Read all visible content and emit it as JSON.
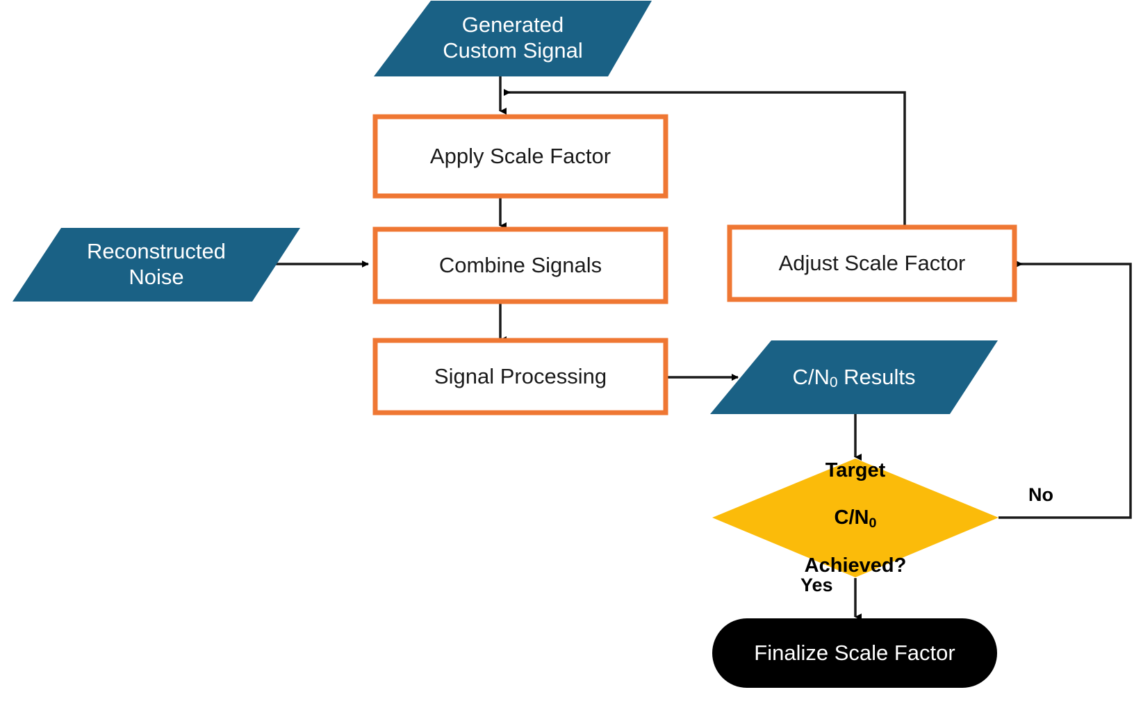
{
  "diagram": {
    "title": "Signal scaling and C/N0 calibration flowchart",
    "colors": {
      "io_fill": "#1a6185",
      "process_stroke": "#ef7733",
      "process_fill": "#ffffff",
      "decision_fill": "#fbbb0a",
      "terminator_fill": "#000000",
      "edge_stroke": "#000000",
      "background": "#ffffff"
    },
    "nodes": [
      {
        "id": "generated-custom-signal",
        "shape": "parallelogram",
        "label": "Generated\nCustom Signal",
        "role": "input"
      },
      {
        "id": "apply-scale-factor",
        "shape": "rectangle",
        "label": "Apply Scale Factor",
        "role": "process"
      },
      {
        "id": "reconstructed-noise",
        "shape": "parallelogram",
        "label": "Reconstructed\nNoise",
        "role": "input"
      },
      {
        "id": "combine-signals",
        "shape": "rectangle",
        "label": "Combine Signals",
        "role": "process"
      },
      {
        "id": "signal-processing",
        "shape": "rectangle",
        "label": "Signal Processing",
        "role": "process"
      },
      {
        "id": "adjust-scale-factor",
        "shape": "rectangle",
        "label": "Adjust Scale Factor",
        "role": "process"
      },
      {
        "id": "cn0-results",
        "shape": "parallelogram",
        "label_prefix": "C/N",
        "label_sub": "0",
        "label_suffix": " Results",
        "label": "C/N0 Results",
        "role": "output"
      },
      {
        "id": "target-cn0-achieved",
        "shape": "diamond",
        "line1": "Target",
        "line2_prefix": "C/N",
        "line2_sub": "0",
        "line3": "Achieved?",
        "label": "Target C/N0 Achieved?",
        "role": "decision"
      },
      {
        "id": "finalize-scale-factor",
        "shape": "terminator",
        "label": "Finalize Scale Factor",
        "role": "terminator"
      }
    ],
    "edges": [
      {
        "id": "edge-generated-to-apply",
        "from": "generated-custom-signal",
        "to": "apply-scale-factor",
        "label": ""
      },
      {
        "id": "edge-apply-to-combine",
        "from": "apply-scale-factor",
        "to": "combine-signals",
        "label": ""
      },
      {
        "id": "edge-noise-to-combine",
        "from": "reconstructed-noise",
        "to": "combine-signals",
        "label": ""
      },
      {
        "id": "edge-combine-to-processing",
        "from": "combine-signals",
        "to": "signal-processing",
        "label": ""
      },
      {
        "id": "edge-processing-to-results",
        "from": "signal-processing",
        "to": "cn0-results",
        "label": ""
      },
      {
        "id": "edge-results-to-decision",
        "from": "cn0-results",
        "to": "target-cn0-achieved",
        "label": ""
      },
      {
        "id": "edge-decision-no-to-adjust",
        "from": "target-cn0-achieved",
        "to": "adjust-scale-factor",
        "label": "No"
      },
      {
        "id": "edge-decision-yes-to-finalize",
        "from": "target-cn0-achieved",
        "to": "finalize-scale-factor",
        "label": "Yes"
      },
      {
        "id": "edge-adjust-to-apply-feedback",
        "from": "adjust-scale-factor",
        "to": "apply-scale-factor",
        "label": ""
      }
    ],
    "edge_labels": {
      "no": "No",
      "yes": "Yes"
    }
  }
}
